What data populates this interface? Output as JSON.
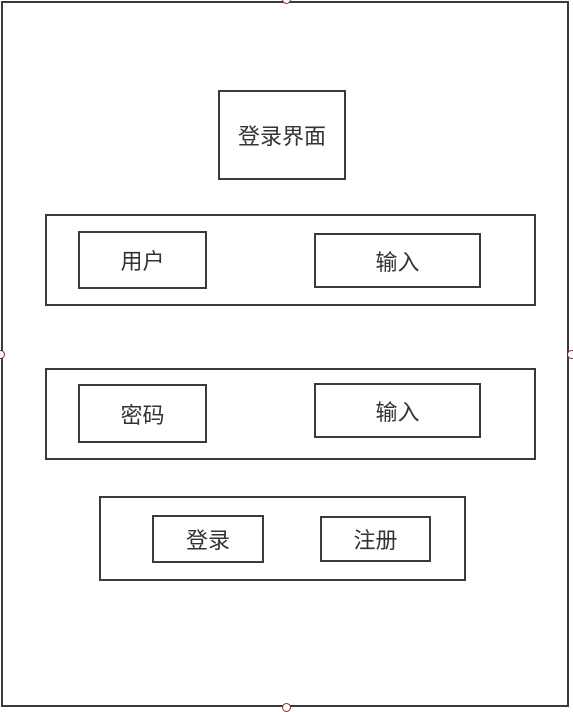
{
  "title": "登录界面",
  "user_row": {
    "label": "用户",
    "input": "输入"
  },
  "password_row": {
    "label": "密码",
    "input": "输入"
  },
  "actions": {
    "login": "登录",
    "register": "注册"
  },
  "colors": {
    "stroke": "#3a3a3a",
    "text": "#333333",
    "handle": "#8b2a2a"
  }
}
